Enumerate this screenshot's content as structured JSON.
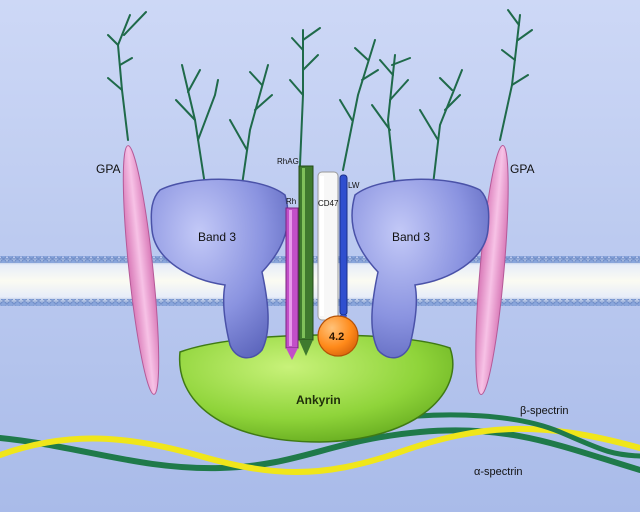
{
  "labels": {
    "gpa_left": "GPA",
    "gpa_right": "GPA",
    "band3_left": "Band 3",
    "band3_right": "Band 3",
    "rhag": "RhAG",
    "rh": "Rh",
    "cd47": "CD47",
    "lw": "LW",
    "protein42": "4.2",
    "ankyrin": "Ankyrin",
    "beta_spectrin": "β-spectrin",
    "alpha_spectrin": "α-spectrin"
  },
  "colors": {
    "background": "#b9c8ef",
    "band3": "#8a93e0",
    "gpa": "#f2a6d8",
    "ankyrin": "#8fd43a",
    "protein42": "#ff8a1a",
    "rhag": "#3f7a2e",
    "rh": "#c24fc8",
    "cd47": "#f7f7f7",
    "lw": "#2f4fcf",
    "glycan": "#1f6a4a",
    "beta_spectrin": "#f0e61a",
    "alpha_spectrin": "#1f7a4a",
    "membrane": "#f5f5ec"
  }
}
